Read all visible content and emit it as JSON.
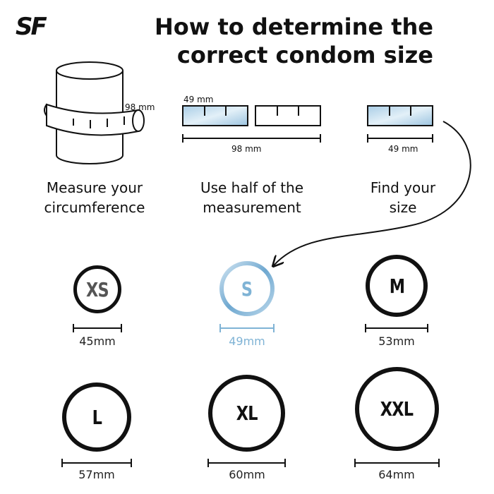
{
  "brand": {
    "logo_text": "SF"
  },
  "header": {
    "title_line1": "How to determine the",
    "title_line2": "correct condom size"
  },
  "steps": [
    {
      "caption_line1": "Measure your",
      "caption_line2": "circumference",
      "measure_label": "98 mm"
    },
    {
      "caption_line1": "Use half of the",
      "caption_line2": "measurement",
      "half_label": "49 mm",
      "full_label": "98 mm"
    },
    {
      "caption_line1": "Find your",
      "caption_line2": "size",
      "measure_label": "49 mm"
    }
  ],
  "sizes": [
    {
      "label": "XS",
      "mm": "45mm",
      "highlighted": false
    },
    {
      "label": "S",
      "mm": "49mm",
      "highlighted": true
    },
    {
      "label": "M",
      "mm": "53mm",
      "highlighted": false
    },
    {
      "label": "L",
      "mm": "57mm",
      "highlighted": false
    },
    {
      "label": "XL",
      "mm": "60mm",
      "highlighted": false
    },
    {
      "label": "XXL",
      "mm": "64mm",
      "highlighted": false
    }
  ],
  "colors": {
    "ink": "#111111",
    "highlight": "#7fb3d5",
    "highlight_fill": "#c9e0ef",
    "muted_text": "#555555"
  }
}
